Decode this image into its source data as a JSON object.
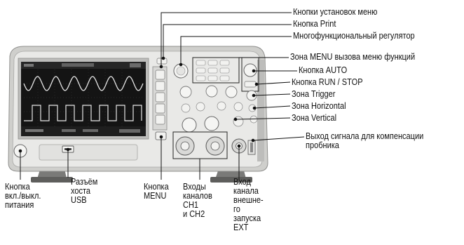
{
  "callouts_right": {
    "menu_settings_buttons": "Кнопки установок меню",
    "print_button": "Кнопка Print",
    "multifunction_knob": "Многофункциональный регулятор",
    "menu_function_zone": "Зона MENU вызова меню функций",
    "auto_button": "Кнопка AUTO",
    "run_stop_button": "Кнопка RUN / STOP",
    "trigger_zone": "Зона Trigger",
    "horizontal_zone": "Зона Horizontal",
    "vertical_zone": "Зона Vertical",
    "probe_comp_output": "Выход сигнала для компенсации\nпробника"
  },
  "callouts_bottom": {
    "power_button": "Кнопка\nвкл./выкл.\nпитания",
    "usb_host": "Разъём\nхоста\nUSB",
    "menu_button": "Кнопка\nMENU",
    "channel_inputs": "Входы\nканалов\nCH1\nи CH2",
    "ext_trigger_input": "Вход\nканала\nвнешне-\nго\nзапуска\nEXT"
  },
  "colors": {
    "body": "#e9e9e7",
    "screen": "#141414",
    "trace": "#e6e6e6",
    "leader": "#111111"
  }
}
